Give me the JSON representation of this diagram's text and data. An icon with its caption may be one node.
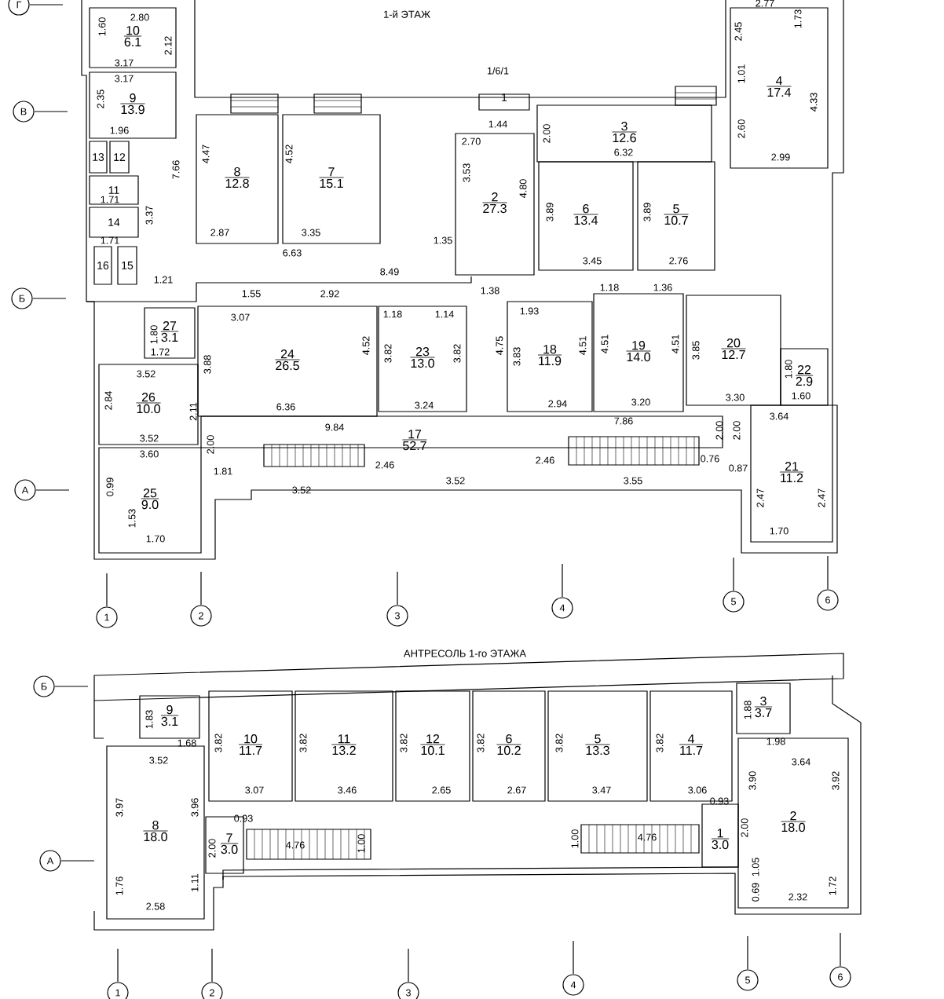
{
  "diagram": {
    "title": "1-й ЭТАЖ",
    "nodes": [
      {
        "text": [
          "10",
          "6.1"
        ]
      },
      {
        "text": [
          "9",
          "13.9"
        ]
      },
      {
        "text": [
          "13"
        ]
      },
      {
        "text": [
          "12"
        ]
      },
      {
        "text": [
          "11"
        ]
      },
      {
        "text": [
          "14"
        ]
      },
      {
        "text": [
          "16"
        ]
      },
      {
        "text": [
          "15"
        ]
      },
      {
        "text": [
          "8",
          "12.8"
        ]
      },
      {
        "text": [
          "7",
          "15.1"
        ]
      },
      {
        "text": [
          "1"
        ]
      },
      {
        "text": [
          "2",
          "27.3"
        ]
      },
      {
        "text": [
          "3",
          "12.6"
        ]
      },
      {
        "text": [
          "6",
          "13.4"
        ]
      },
      {
        "text": [
          "5",
          "10.7"
        ]
      },
      {
        "text": [
          "4",
          "17.4"
        ]
      },
      {
        "text": [
          "27",
          "3.1"
        ]
      },
      {
        "text": [
          "24",
          "26.5"
        ]
      },
      {
        "text": [
          "23",
          "13.0"
        ]
      },
      {
        "text": [
          "18",
          "11.9"
        ]
      },
      {
        "text": [
          "19",
          "14.0"
        ]
      },
      {
        "text": [
          "20",
          "12.7"
        ]
      },
      {
        "text": [
          "22",
          "2.9"
        ]
      },
      {
        "text": [
          "26",
          "10.0"
        ]
      },
      {
        "text": [
          "17",
          "52.7"
        ]
      },
      {
        "text": [
          "21",
          "11.2"
        ]
      },
      {
        "text": [
          "25",
          "9.0"
        ]
      },
      {
        "text": [
          "9",
          "3.1"
        ]
      },
      {
        "text": [
          "10",
          "11.7"
        ]
      },
      {
        "text": [
          "11",
          "13.2"
        ]
      },
      {
        "text": [
          "12",
          "10.1"
        ]
      },
      {
        "text": [
          "6",
          "10.2"
        ]
      },
      {
        "text": [
          "5",
          "13.3"
        ]
      },
      {
        "text": [
          "4",
          "11.7"
        ]
      },
      {
        "text": [
          "3",
          "3.7"
        ]
      },
      {
        "text": [
          "8",
          "18.0"
        ]
      },
      {
        "text": [
          "7",
          "3.0"
        ]
      },
      {
        "text": [
          "1",
          "3.0"
        ]
      },
      {
        "text": [
          "2",
          "18.0"
        ]
      }
    ],
    "labels": [
      "Г",
      "В",
      "Б",
      "А",
      "1/6/1",
      "2.80",
      "1.60",
      "2.12",
      "3.17",
      "3.17",
      "2.35",
      "1.96",
      "7.66",
      "1.71",
      "3.37",
      "1.71",
      "1.21",
      "4.47",
      "4.52",
      "2.87",
      "3.35",
      "6.63",
      "1.55",
      "2.92",
      "2.70",
      "3.53",
      "1.44",
      "2.00",
      "4.80",
      "1.35",
      "8.49",
      "6.32",
      "3.89",
      "3.45",
      "3.89",
      "2.76",
      "2.77",
      "1.73",
      "2.45",
      "1.01",
      "4.33",
      "2.60",
      "2.99",
      "1.38",
      "1.18",
      "1.36",
      "1.93",
      "1.18",
      "1.14",
      "3.07",
      "1.80",
      "1.72",
      "3.88",
      "3.52",
      "4.52",
      "3.82",
      "3.82",
      "4.75",
      "3.83",
      "4.51",
      "4.51",
      "4.51",
      "3.85",
      "1.80",
      "1.60",
      "2.84",
      "2.11",
      "6.36",
      "3.24",
      "2.94",
      "3.20",
      "3.30",
      "9.84",
      "7.86",
      "3.64",
      "3.52",
      "2.00",
      "2.00",
      "2.00",
      "3.60",
      "0.76",
      "0.87",
      "1.81",
      "2.46",
      "2.46",
      "3.52",
      "3.52",
      "3.55",
      "0.99",
      "2.47",
      "2.47",
      "1.53",
      "1.70",
      "1.70",
      "1",
      "2",
      "3",
      "4",
      "5",
      "6",
      "АНТРЕСОЛЬ 1-го ЭТАЖА",
      "Б",
      "1.83",
      "1.88",
      "1.68",
      "1.98",
      "3.82",
      "3.82",
      "3.82",
      "3.82",
      "3.82",
      "3.82",
      "3.52",
      "3.64",
      "3.90",
      "3.92",
      "3.07",
      "3.46",
      "2.65",
      "2.67",
      "3.47",
      "3.06",
      "0.93",
      "3.97",
      "3.96",
      "0.93",
      "2.00",
      "2.00",
      "4.76",
      "4.76",
      "1.00",
      "1.00",
      "А",
      "1.05",
      "1.76",
      "1.11",
      "0.69",
      "1.72",
      "2.58",
      "2.32",
      "4",
      "5",
      "6",
      "1",
      "2",
      "3"
    ]
  }
}
